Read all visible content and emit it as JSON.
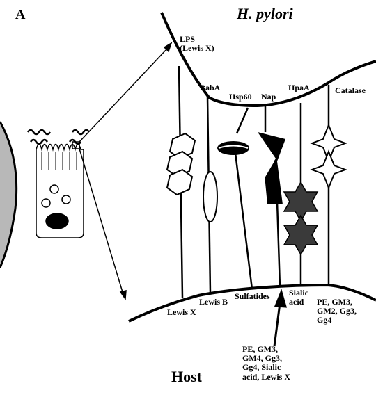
{
  "panel_letter": "A",
  "bacterium_label": "H. pylori",
  "host_label": "Host",
  "adhesins": {
    "lps": "LPS\n(Lewis X)",
    "baba": "BabA",
    "hsp60": "Hsp60",
    "nap": "Nap",
    "hpaa": "HpaA",
    "catalase": "Catalase"
  },
  "receptors": {
    "lewis_x": "Lewis X",
    "lewis_b": "Lewis B",
    "sulfatides": "Sulfatides",
    "sialic_acid": "Sialic\nacid",
    "glycolipids_right": "PE, GM3,\nGM2, Gg3,\nGg4",
    "glycolipids_bottom": "PE, GM3,\nGM4, Gg3,\nGg4, Sialic\nacid, Lewis X"
  },
  "colors": {
    "ink": "#000000",
    "star_fill": "#3a3a3a",
    "photo_shade": "#8a8a8a"
  }
}
